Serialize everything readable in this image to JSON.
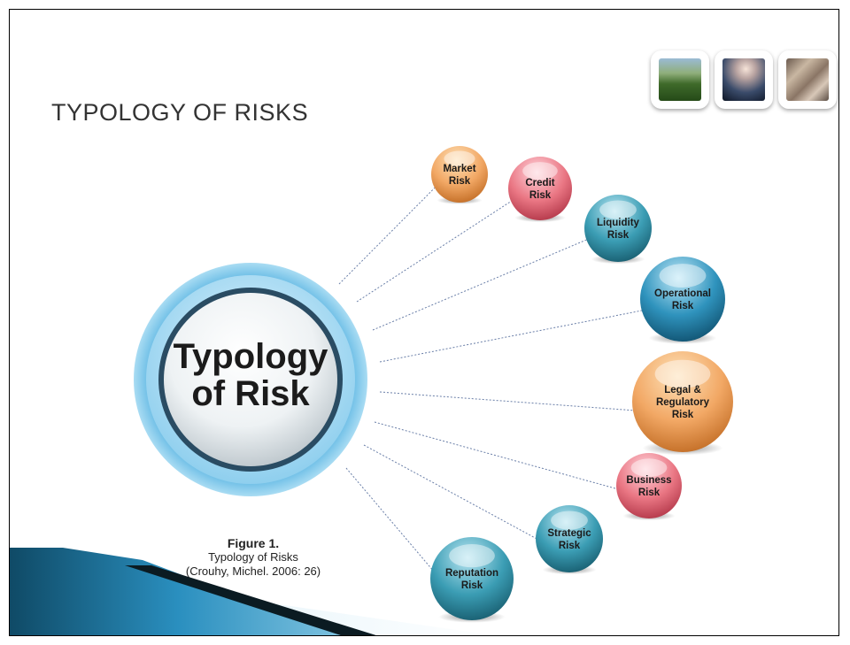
{
  "title": "TYPOLOGY OF RISKS",
  "hub": {
    "line1": "Typology",
    "line2": "of Risk"
  },
  "nodes": [
    {
      "id": "market",
      "lines": [
        "Market",
        "Risk"
      ],
      "color": "orange"
    },
    {
      "id": "credit",
      "lines": [
        "Credit",
        "Risk"
      ],
      "color": "pink"
    },
    {
      "id": "liquidity",
      "lines": [
        "Liquidity",
        "Risk"
      ],
      "color": "teal"
    },
    {
      "id": "operational",
      "lines": [
        "Operational",
        "Risk"
      ],
      "color": "blue"
    },
    {
      "id": "legal",
      "lines": [
        "Legal &",
        "Regulatory",
        "Risk"
      ],
      "color": "orange"
    },
    {
      "id": "business",
      "lines": [
        "Business",
        "Risk"
      ],
      "color": "pink"
    },
    {
      "id": "strategic",
      "lines": [
        "Strategic",
        "Risk"
      ],
      "color": "teal"
    },
    {
      "id": "reputation",
      "lines": [
        "Reputation",
        "Risk"
      ],
      "color": "teal"
    }
  ],
  "caption": {
    "figure": "Figure 1.",
    "text": "Typology of Risks",
    "source": "(Crouhy, Michel. 2006: 26)"
  },
  "thumbnails": [
    "mountain-photo",
    "volcano-photo",
    "crowd-photo"
  ],
  "colors": {
    "orange": [
      "#fde1b8",
      "#f2a865",
      "#c06a22"
    ],
    "pink": [
      "#ffd5dc",
      "#ea7784",
      "#b03446"
    ],
    "teal": [
      "#b9e6f2",
      "#3b9db4",
      "#165a6c"
    ],
    "blue": [
      "#bfe8f7",
      "#2f93bd",
      "#0f4f6d"
    ]
  }
}
